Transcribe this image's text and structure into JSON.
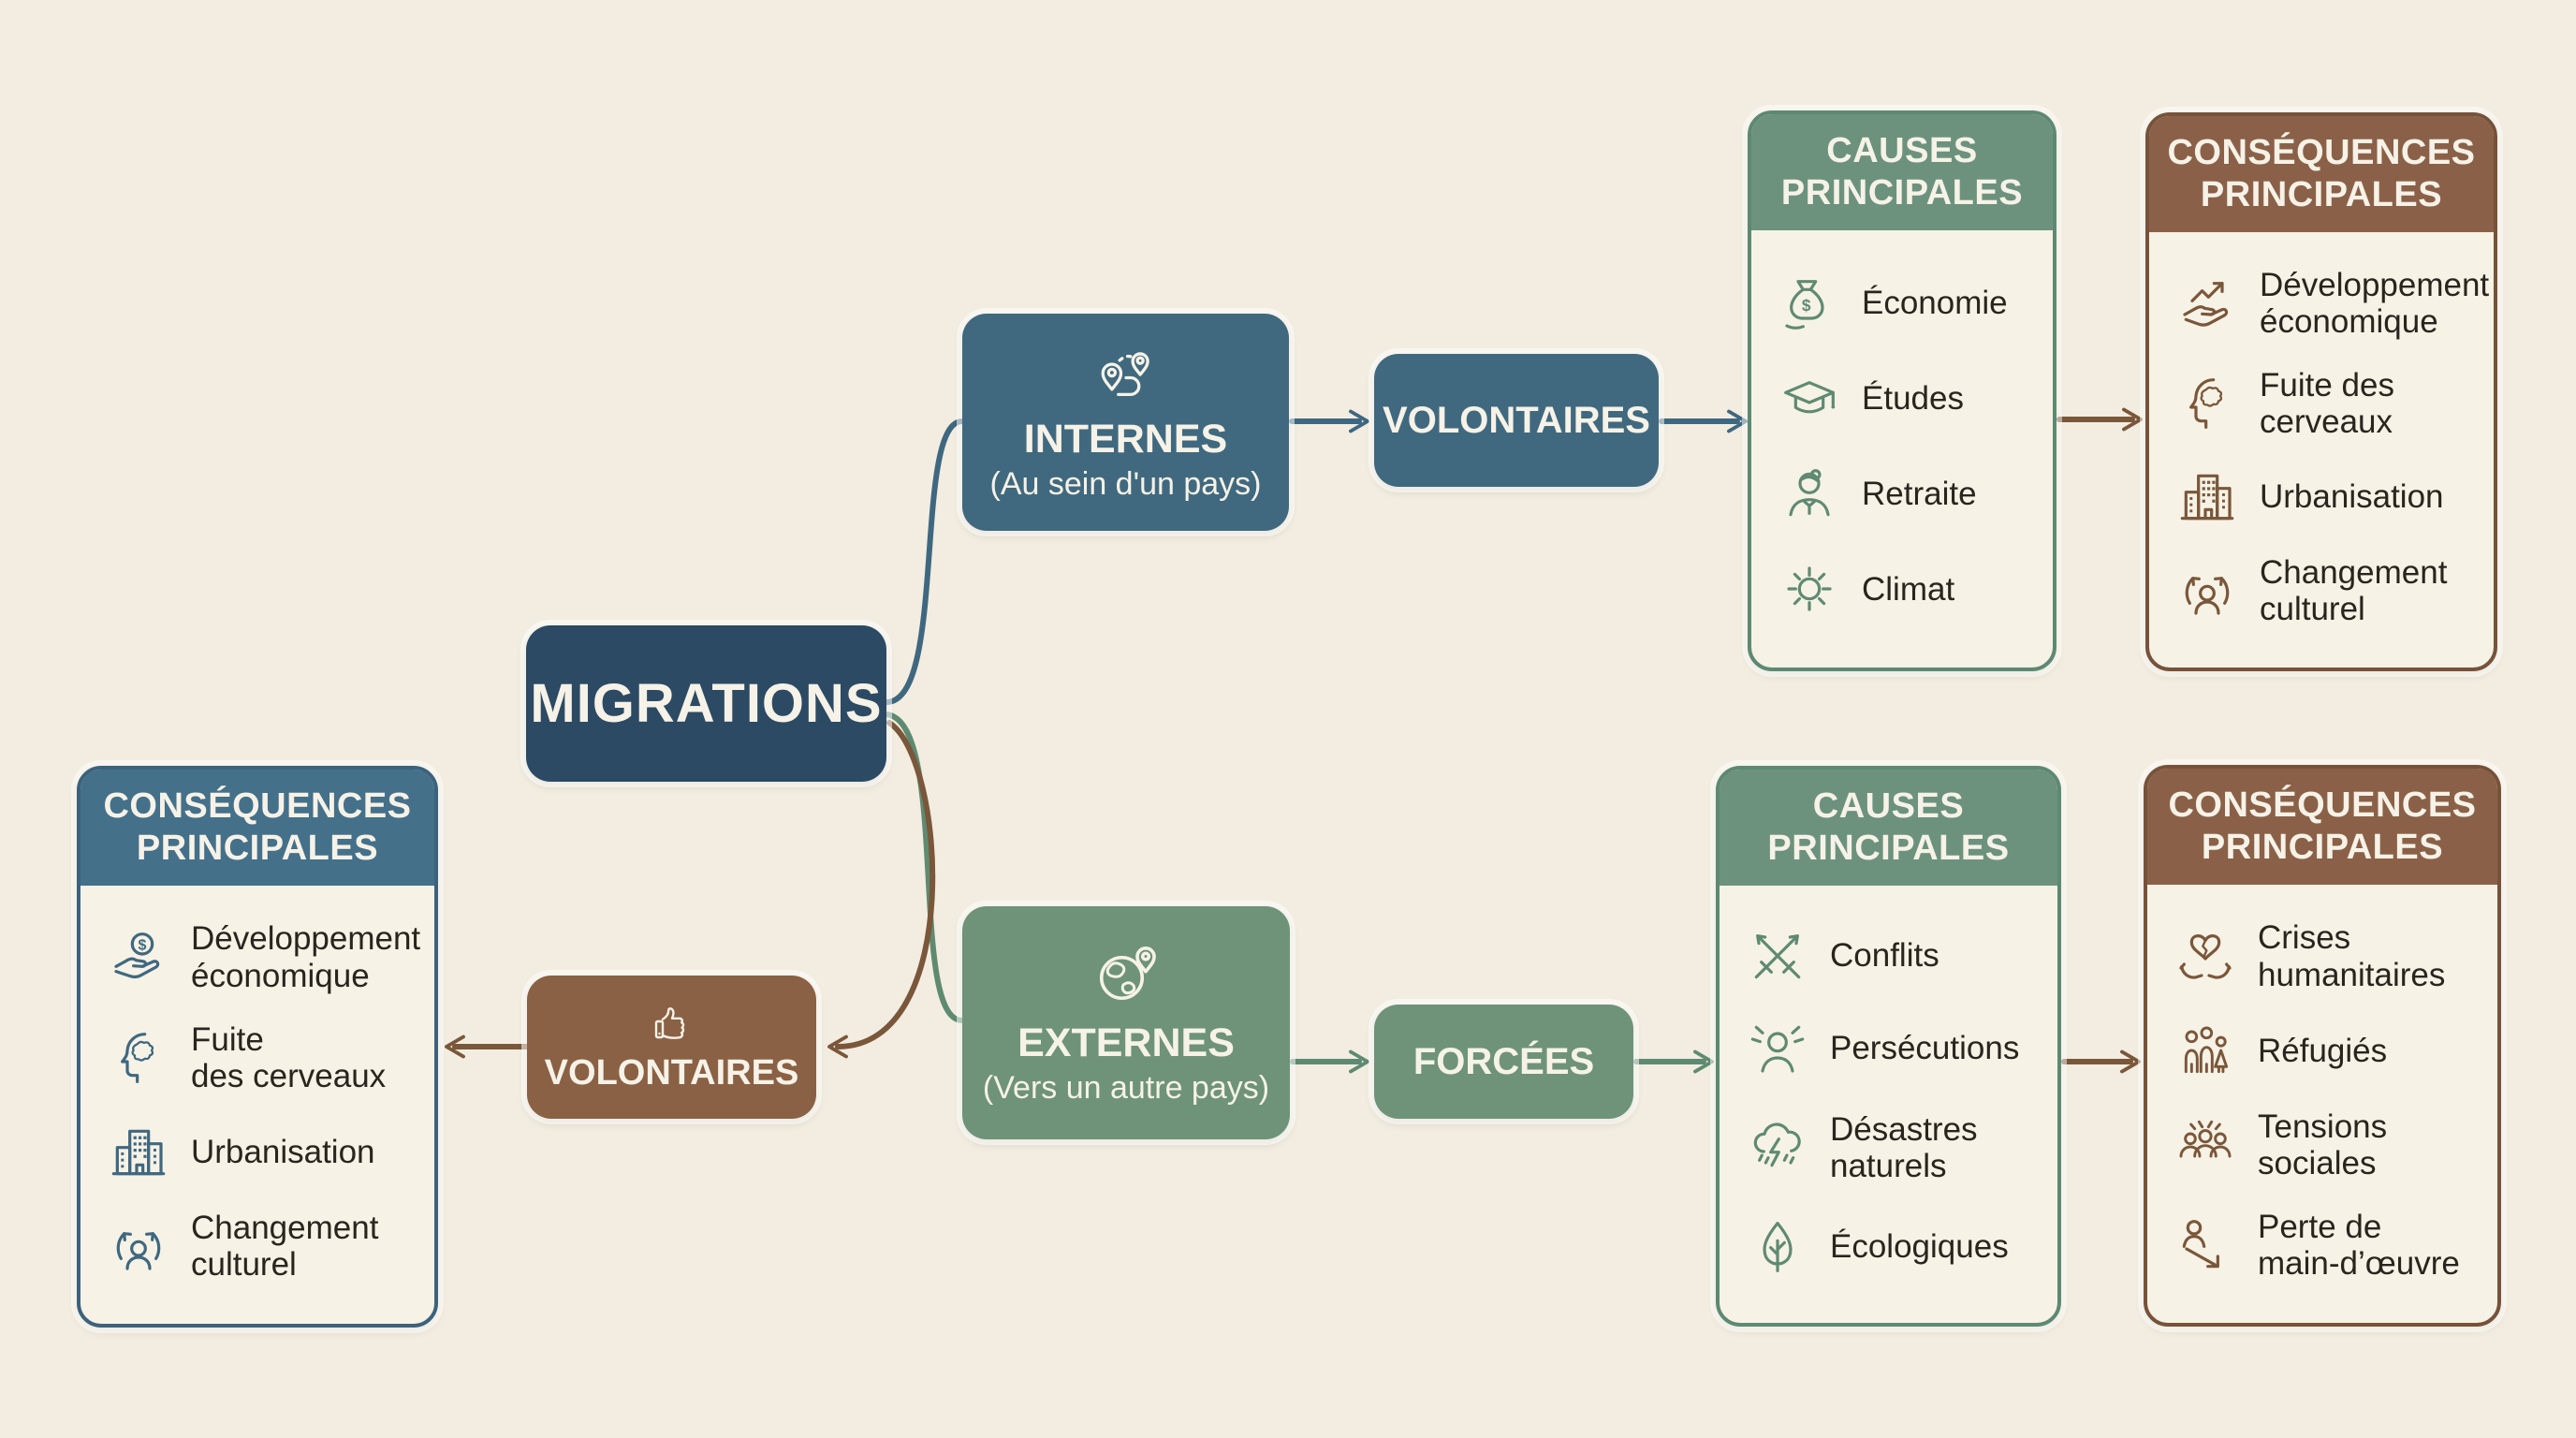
{
  "colors": {
    "background": "#f2ede0",
    "navy": "#2c4a63",
    "steel_blue": "#40697f",
    "blue_header": "#44708a",
    "green": "#6e9379",
    "green_header": "#6c927e",
    "brown": "#8a6144",
    "brown_header": "#8a6148",
    "panel_body": "#f7f2e6",
    "arrow_blue": "#3f6880",
    "arrow_green": "#5f8a72",
    "arrow_brown": "#7a573a"
  },
  "root": {
    "label": "MIGRATIONS"
  },
  "branches": {
    "internes": {
      "title": "INTERNES",
      "subtitle": "(Au sein d'un pays)",
      "icon": "route-pins"
    },
    "externes": {
      "title": "EXTERNES",
      "subtitle": "(Vers un autre pays)",
      "icon": "globe-pin"
    }
  },
  "nodes": {
    "volontaires_internes": {
      "label": "VOLONTAIRES"
    },
    "forcees": {
      "label": "FORCÉES"
    },
    "volontaires_externes": {
      "label": "VOLONTAIRES",
      "icon": "thumbs-up"
    }
  },
  "panels": {
    "left_consequences": {
      "title": "CONSÉQUENCES\nPRINCIPALES",
      "items": [
        {
          "icon": "coin-hand",
          "label": "Développement\néconomique"
        },
        {
          "icon": "brain",
          "label": "Fuite\ndes cerveaux"
        },
        {
          "icon": "buildings",
          "label": "Urbanisation"
        },
        {
          "icon": "culture-people",
          "label": "Changement\nculturel"
        }
      ]
    },
    "causes_volontaires": {
      "title": "CAUSES\nPRINCIPALES",
      "items": [
        {
          "icon": "money-bag",
          "label": "Économie"
        },
        {
          "icon": "grad-cap",
          "label": "Études"
        },
        {
          "icon": "retiree",
          "label": "Retraite"
        },
        {
          "icon": "sun",
          "label": "Climat"
        }
      ]
    },
    "consequences_volontaires": {
      "title": "CONSÉQUENCES\nPRINCIPALES",
      "items": [
        {
          "icon": "growth-hand",
          "label": "Développement\néconomique"
        },
        {
          "icon": "brain",
          "label": "Fuite des\ncerveaux"
        },
        {
          "icon": "buildings",
          "label": "Urbanisation"
        },
        {
          "icon": "culture-people",
          "label": "Changement\nculturel"
        }
      ]
    },
    "causes_forcees": {
      "title": "CAUSES\nPRINCIPALES",
      "items": [
        {
          "icon": "swords",
          "label": "Conflits"
        },
        {
          "icon": "persecuted",
          "label": "Persécutions"
        },
        {
          "icon": "storm",
          "label": "Désastres\nnaturels"
        },
        {
          "icon": "leaf",
          "label": "Écologiques"
        }
      ]
    },
    "consequences_forcees": {
      "title": "CONSÉQUENCES\nPRINCIPALES",
      "items": [
        {
          "icon": "heart-hands",
          "label": "Crises\nhumanitaires"
        },
        {
          "icon": "refugees",
          "label": "Réfugiés"
        },
        {
          "icon": "crowd",
          "label": "Tensions sociales"
        },
        {
          "icon": "workforce-down",
          "label": "Perte de\nmain-d’œuvre"
        }
      ]
    }
  }
}
